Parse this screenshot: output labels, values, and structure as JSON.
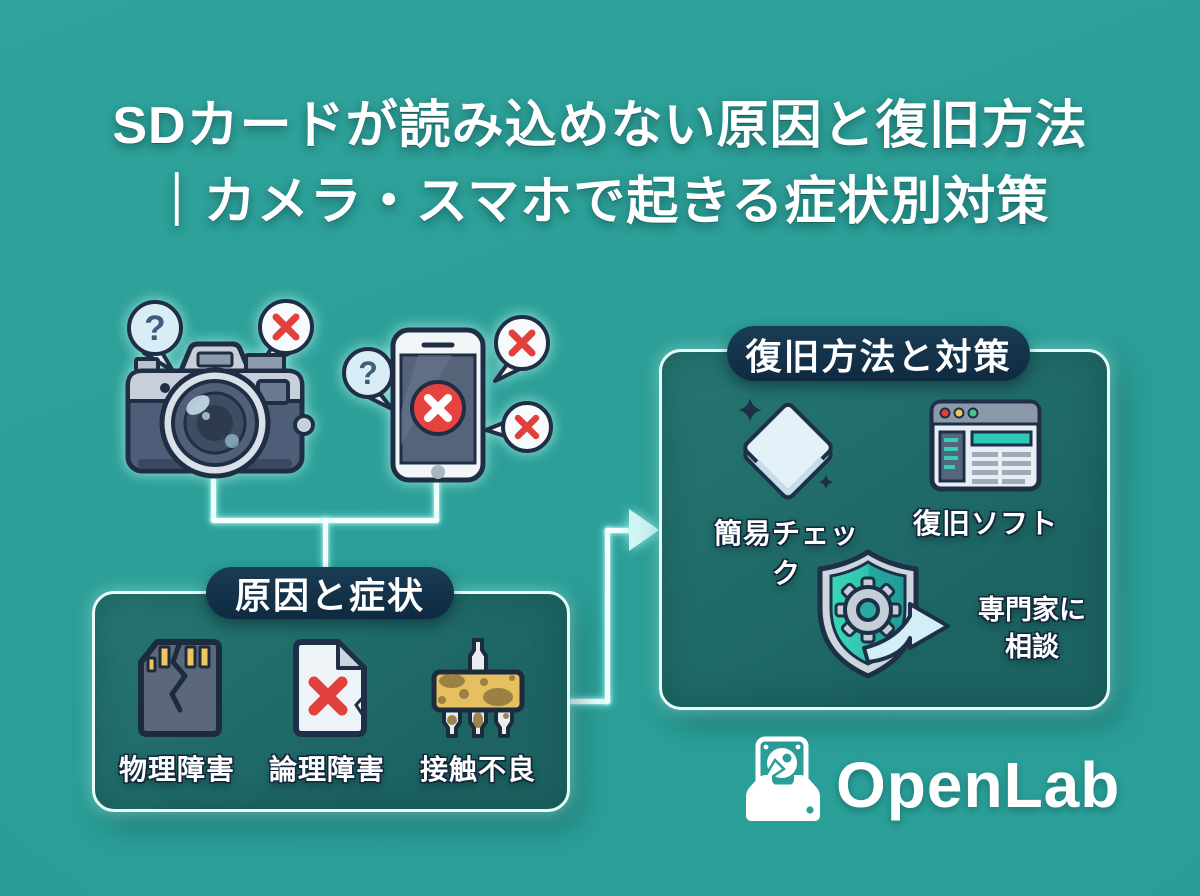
{
  "title": {
    "line1": "SDカードが読み込めない原因と復旧方法",
    "line2": "｜カメラ・スマホで起きる症状別対策"
  },
  "marks": {
    "question": "?"
  },
  "illustrations": {
    "camera": "camera-with-error-bubbles",
    "smartphone": "smartphone-with-error-bubbles"
  },
  "causes_box": {
    "header": "原因と症状",
    "items": [
      {
        "label": "物理障害",
        "icon": "cracked-sd-card-icon"
      },
      {
        "label": "論理障害",
        "icon": "corrupted-file-icon"
      },
      {
        "label": "接触不良",
        "icon": "dirty-connector-icon"
      }
    ]
  },
  "recovery_box": {
    "header": "復旧方法と対策",
    "items": [
      {
        "label": "簡易チェック",
        "icon": "cleaning-cloth-icon"
      },
      {
        "label": "復旧ソフト",
        "icon": "recovery-software-icon"
      },
      {
        "label": "専門家に相談",
        "label_line1": "専門家に",
        "label_line2": "相談",
        "icon": "shield-gear-arrow-icon"
      }
    ]
  },
  "logo": {
    "text": "OpenLab",
    "icon": "hard-drive-inbox-icon"
  },
  "colors": {
    "background": "#2B9E97",
    "panel_fill": "#1F6763",
    "pill_navy": "#142F46",
    "glow_line": "#EFFFFD",
    "error_red": "#E2403C",
    "pin_yellow": "#F0C75E",
    "teal_accent": "#2EC9B6"
  }
}
